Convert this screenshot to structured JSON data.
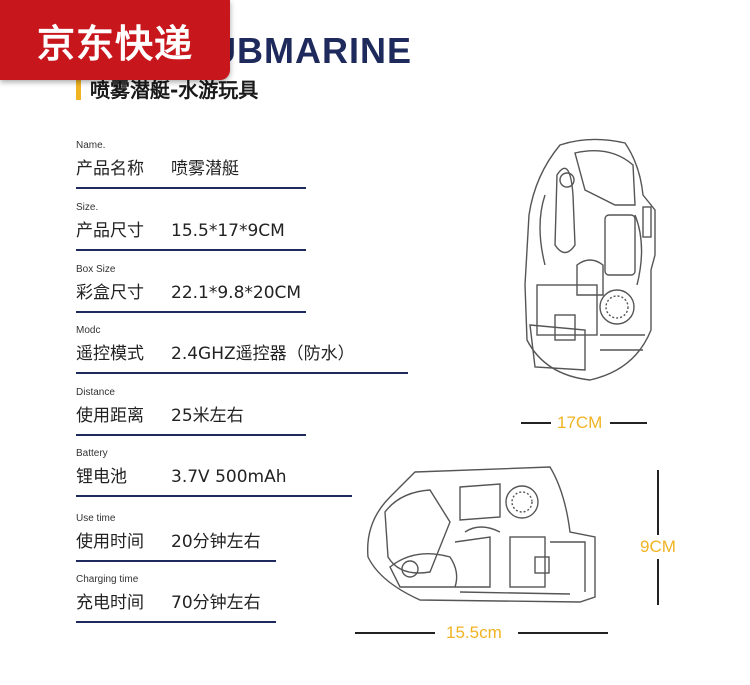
{
  "badge": "京东快递",
  "title": {
    "en": "SUBMARINE",
    "cn": "喷雾潜艇-水游玩具"
  },
  "specs": [
    {
      "en": "Name.",
      "cn": "产品名称",
      "value": "喷雾潜艇"
    },
    {
      "en": "Size.",
      "cn": "产品尺寸",
      "value": "15.5*17*9CM"
    },
    {
      "en": "Box Size",
      "cn": "彩盒尺寸",
      "value": "22.1*9.8*20CM"
    },
    {
      "en": "Modc",
      "cn": "遥控模式",
      "value": "2.4GHZ遥控器（防水）"
    },
    {
      "en": "Distance",
      "cn": "使用距离",
      "value": "25米左右"
    },
    {
      "en": "Battery",
      "cn": "锂电池",
      "value": "3.7V 500mAh"
    },
    {
      "en": "Use time",
      "cn": "使用时间",
      "value": "20分钟左右"
    },
    {
      "en": "Charging time",
      "cn": "充电时间",
      "value": "70分钟左右"
    }
  ],
  "dimensions": {
    "width": "17CM",
    "height": "9CM",
    "length": "15.5cm"
  },
  "colors": {
    "badge": "#c8161d",
    "accent": "#f0b323",
    "navy": "#1f2a5c"
  }
}
